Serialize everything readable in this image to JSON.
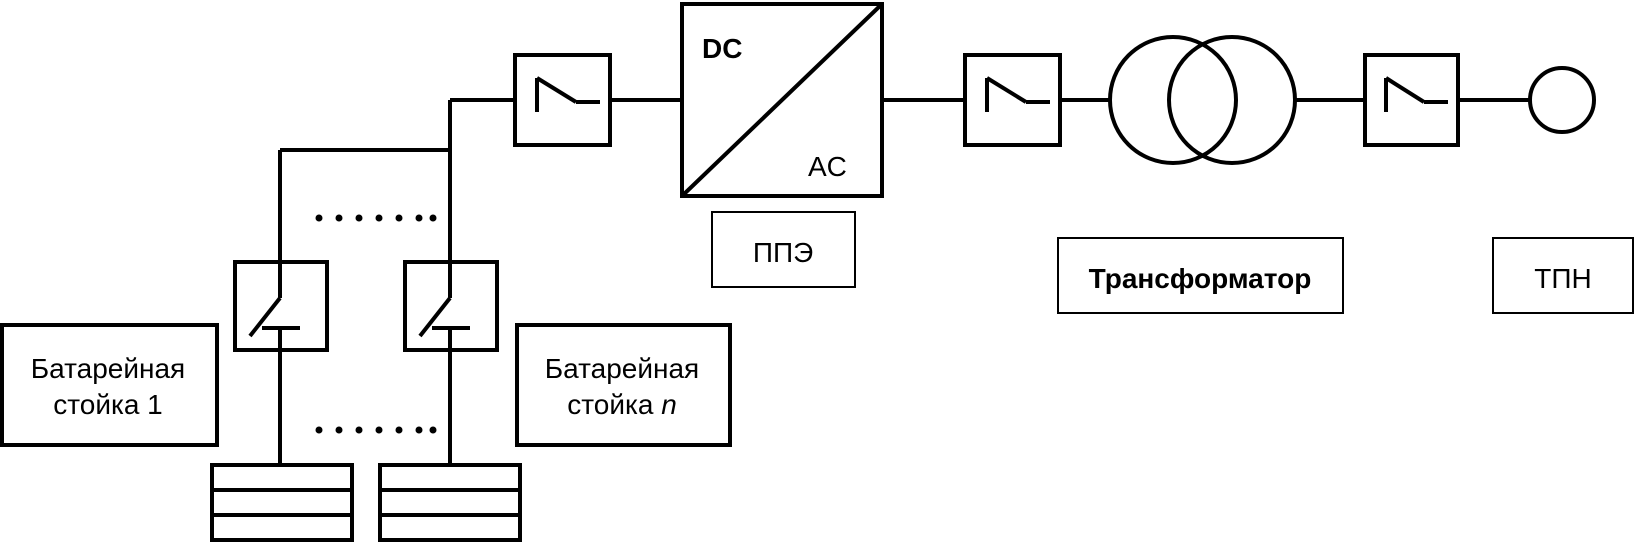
{
  "converter": {
    "dc": "DC",
    "ac": "AC"
  },
  "labels": {
    "ppe": "ППЭ",
    "transformer": "Трансформатор",
    "tpn": "ТПН",
    "rack1_line1": "Батарейная",
    "rack1_line2": "стойка 1",
    "rackn_line1": "Батарейная",
    "rackn_line2": "стойка ",
    "rackn_italic": "n"
  },
  "colors": {
    "line": "#000000",
    "background": "#ffffff"
  }
}
